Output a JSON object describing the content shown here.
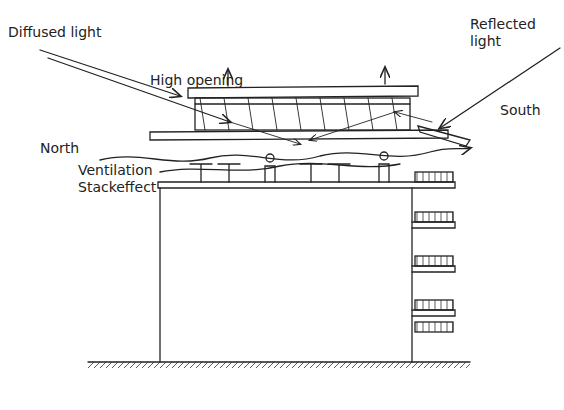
{
  "diagram": {
    "labels": [
      "Diffused light",
      "High opening",
      "Reflected light",
      "South",
      "North",
      "Ventilation Stackeffect"
    ]
  }
}
